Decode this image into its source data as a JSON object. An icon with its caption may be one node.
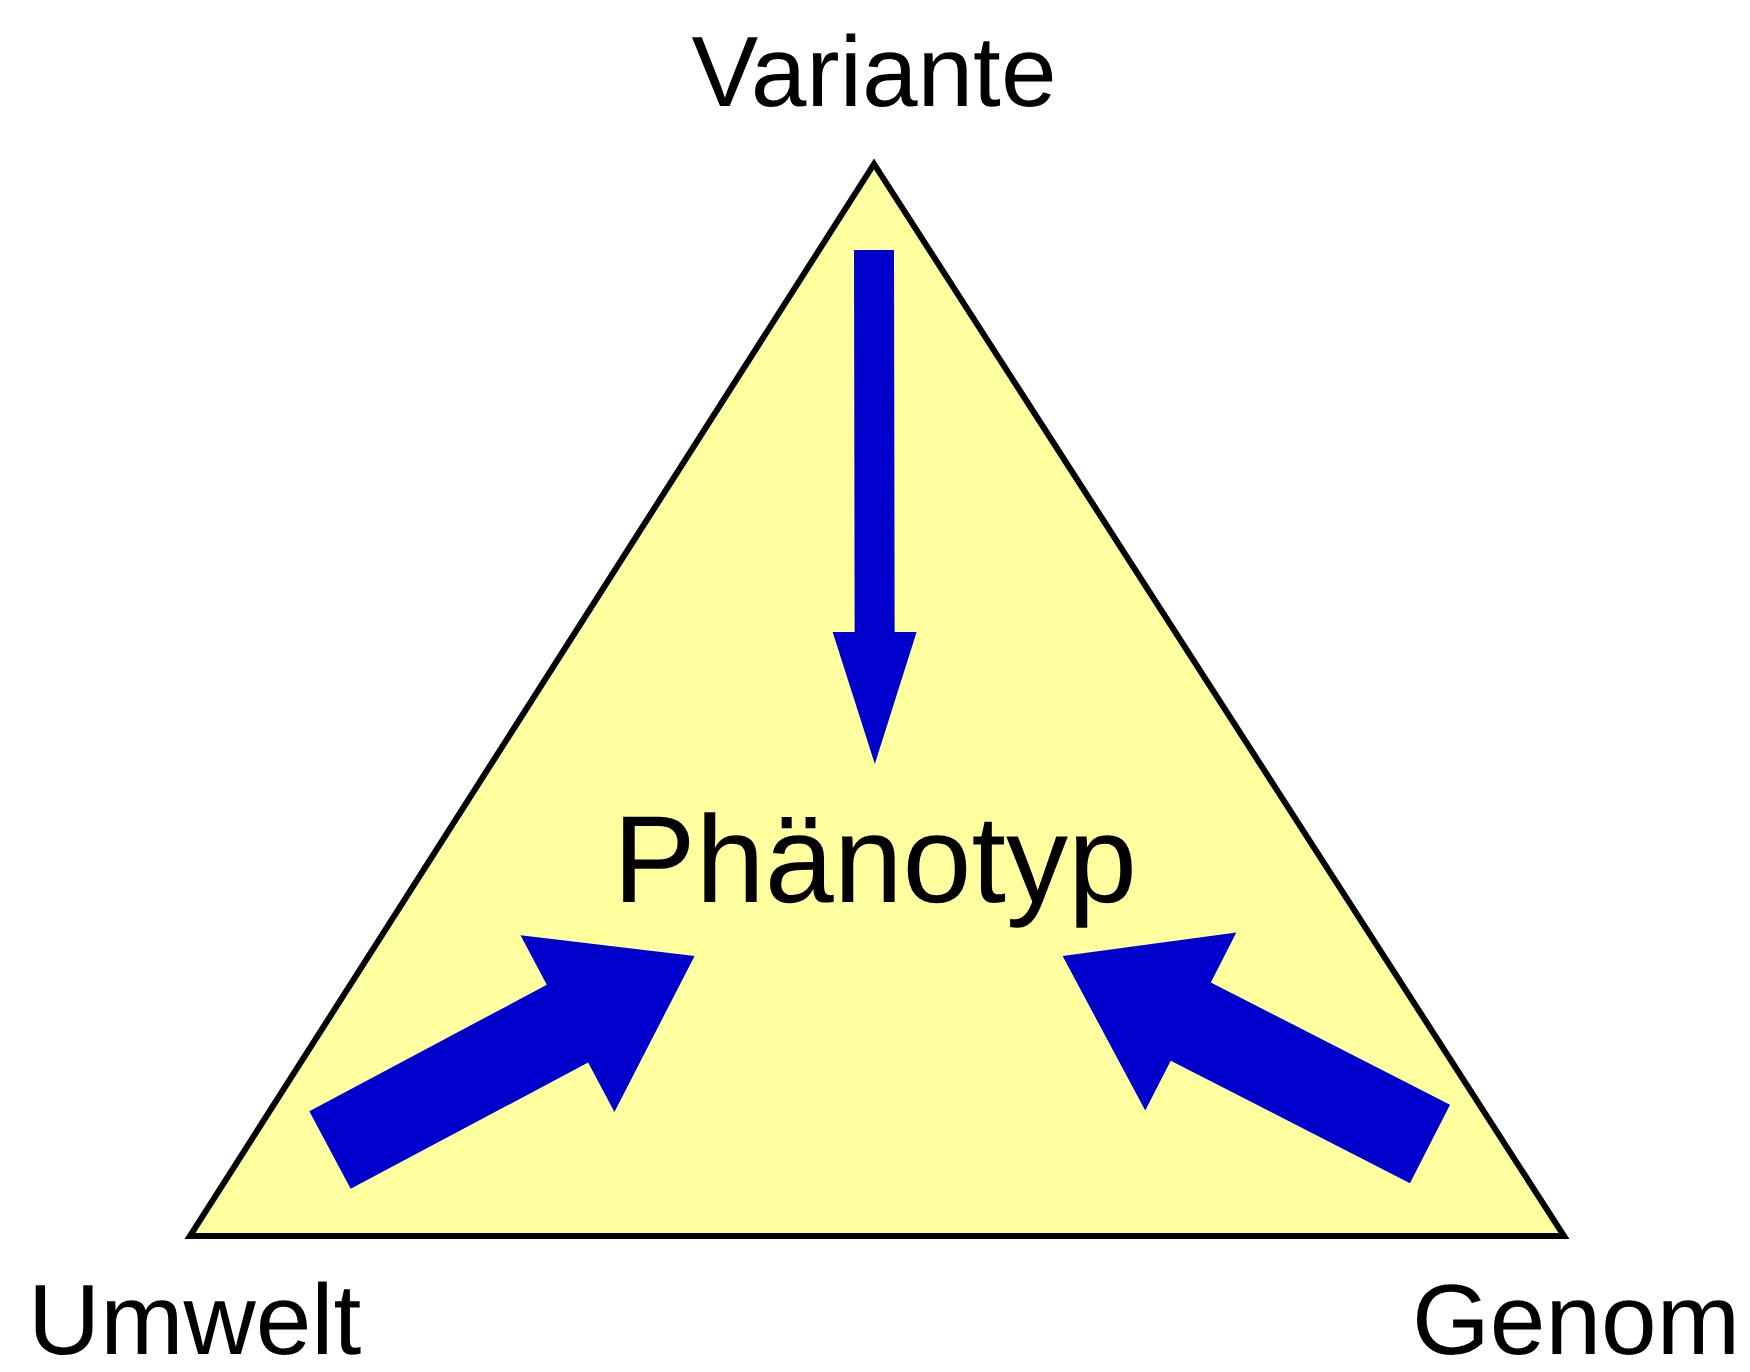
{
  "diagram": {
    "nodes": [
      {
        "text": [],
        "shape": "triangle"
      },
      {
        "text": [
          "Phänotyp"
        ],
        "in": 0
      }
    ],
    "edges": [
      {
        "from": null,
        "to": 1,
        "arrow": "to",
        "color": "#0000cc"
      },
      {
        "from": null,
        "to": 1,
        "arrow": "to",
        "style": "thick",
        "color": "#0000cc"
      },
      {
        "from": null,
        "to": 1,
        "arrow": "to",
        "style": "thick",
        "color": "#0000cc"
      }
    ],
    "labels": [
      "Variante",
      "Umwelt",
      "Genom"
    ]
  }
}
